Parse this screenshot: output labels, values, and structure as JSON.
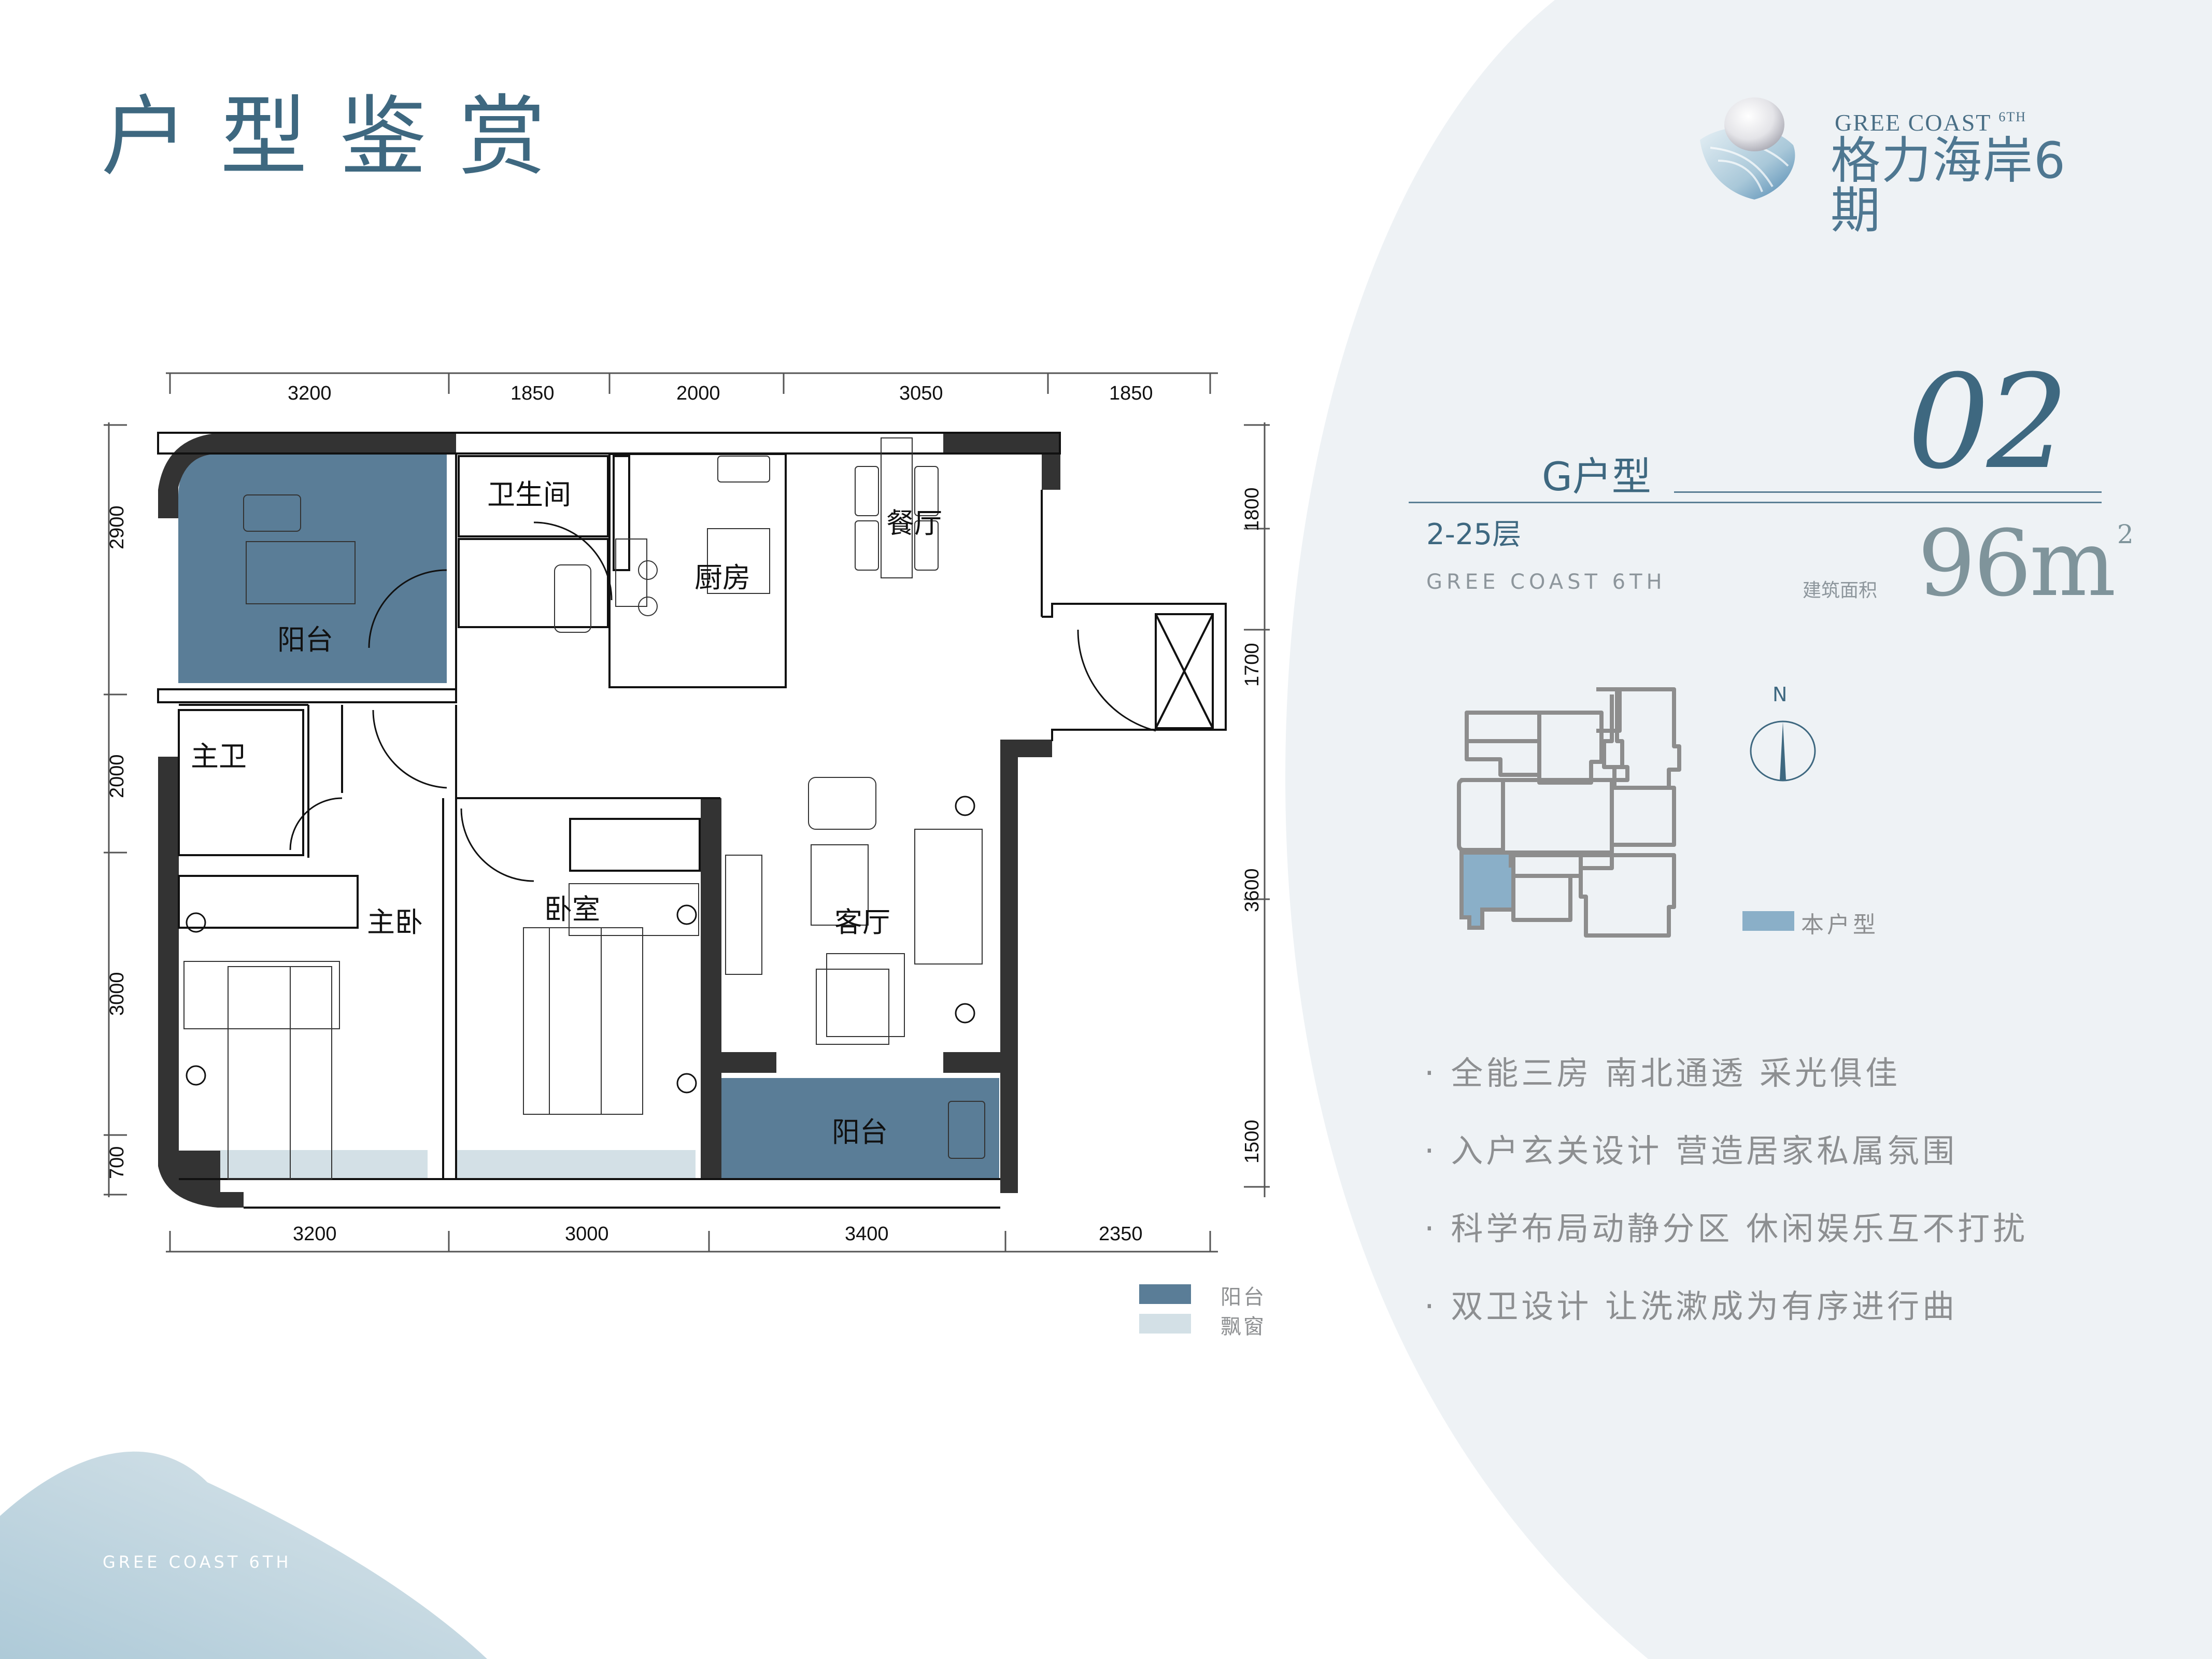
{
  "page": {
    "title": "户型鉴赏",
    "footer_brand": "GREE COAST 6TH"
  },
  "brand": {
    "en": "GREE COAST",
    "en_suffix": "6TH",
    "cn": "格力海岸6期"
  },
  "unit": {
    "type_name": "G户型",
    "type_number": "02",
    "floors": "2-25层",
    "project_en": "GREE COAST 6TH",
    "area_label": "建筑面积",
    "area_value": "96m",
    "area_unit_sup": "2"
  },
  "site_key": {
    "compass_label": "N",
    "highlight_label": "本户型",
    "highlight_color": "#8aafc8"
  },
  "features": [
    "· 全能三房 南北通透 采光俱佳",
    "· 入户玄关设计 营造居家私属氛围",
    "· 科学布局动静分区 休闲娱乐互不打扰",
    "· 双卫设计 让洗漱成为有序进行曲"
  ],
  "legend": [
    {
      "label": "阳台",
      "color": "#5a7d97"
    },
    {
      "label": "飘窗",
      "color": "#d3e0e6"
    }
  ],
  "plan": {
    "rooms": {
      "balcony_north": "阳台",
      "guest_bath": "卫生间",
      "kitchen": "厨房",
      "dining": "餐厅",
      "master_bath": "主卫",
      "master_bedroom": "主卧",
      "bedroom": "卧室",
      "living": "客厅",
      "balcony_south": "阳台"
    },
    "dims_top": [
      "3200",
      "1850",
      "2000",
      "3050",
      "1850"
    ],
    "dims_bottom": [
      "3200",
      "3000",
      "3400",
      "2350"
    ],
    "dims_left": [
      "2900",
      "2000",
      "3000",
      "700"
    ],
    "dims_right": [
      "1800",
      "1700",
      "3600",
      "1500"
    ]
  },
  "colors": {
    "accent": "#3e6880",
    "balcony": "#5a7d97",
    "bay_window": "#d3e0e6",
    "wall": "#333333",
    "panel_bg": "#eef2f5"
  }
}
